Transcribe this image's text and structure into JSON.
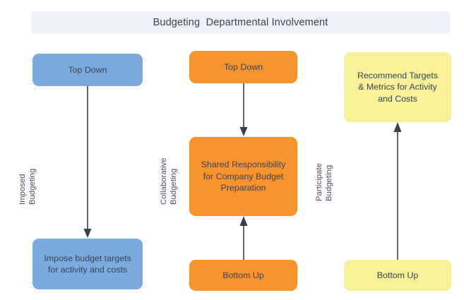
{
  "diagram": {
    "title": "Budgeting  Departmental Involvement",
    "colors": {
      "banner_bg": "#eff2fb",
      "blue": "#7baade",
      "orange": "#f7942f",
      "yellow": "#f7f29a",
      "text": "#3b4252",
      "connector": "#37404f"
    },
    "columns": [
      {
        "lane_label": "Imposed\nBudgeting",
        "color_name": "blue",
        "nodes": [
          {
            "text": "Top Down"
          },
          {
            "text": "Impose budget targets\nfor activity and costs"
          }
        ],
        "flow_direction": "down"
      },
      {
        "lane_label": "Collaborative\nBudgeting",
        "color_name": "orange",
        "nodes": [
          {
            "text": "Top Down"
          },
          {
            "text": "Shared Responsibility\nfor Company Budget\nPreparation"
          },
          {
            "text": "Bottom Up"
          }
        ],
        "flow_direction": "both"
      },
      {
        "lane_label": "Participate\nBudgeting",
        "color_name": "yellow",
        "nodes": [
          {
            "text": "Recommend Targets\n& Metrics for Activity\nand Costs"
          },
          {
            "text": "Bottom Up"
          }
        ],
        "flow_direction": "up"
      }
    ]
  }
}
